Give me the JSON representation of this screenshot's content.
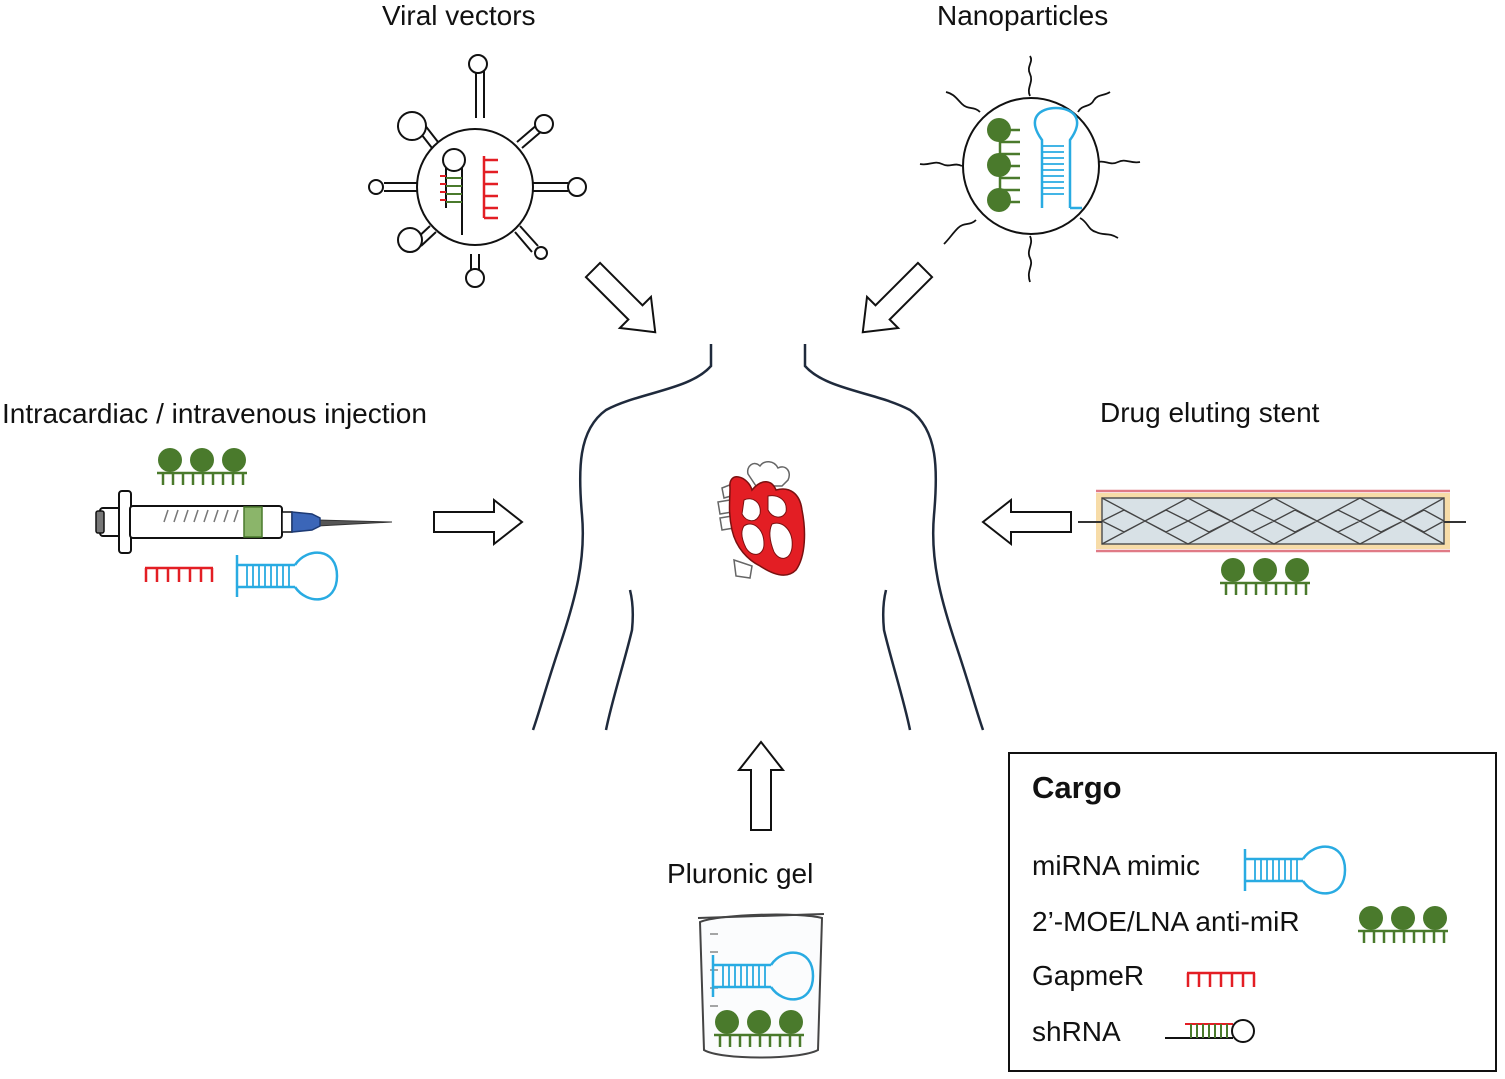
{
  "labels": {
    "viral_vectors": "Viral vectors",
    "nanoparticles": "Nanoparticles",
    "injection": "Intracardiac / intravenous injection",
    "stent": "Drug eluting stent",
    "gel": "Pluronic gel"
  },
  "legend": {
    "title": "Cargo",
    "items": [
      {
        "label": "miRNA mimic"
      },
      {
        "label": "2’-MOE/LNA anti-miR"
      },
      {
        "label": "GapmeR"
      },
      {
        "label": "shRNA"
      }
    ]
  },
  "colors": {
    "mimic": "#29abe2",
    "antimir": "#4a7a2c",
    "gapmer": "#e31e24",
    "heart": "#e31e24",
    "outline": "#1f2a3c"
  }
}
